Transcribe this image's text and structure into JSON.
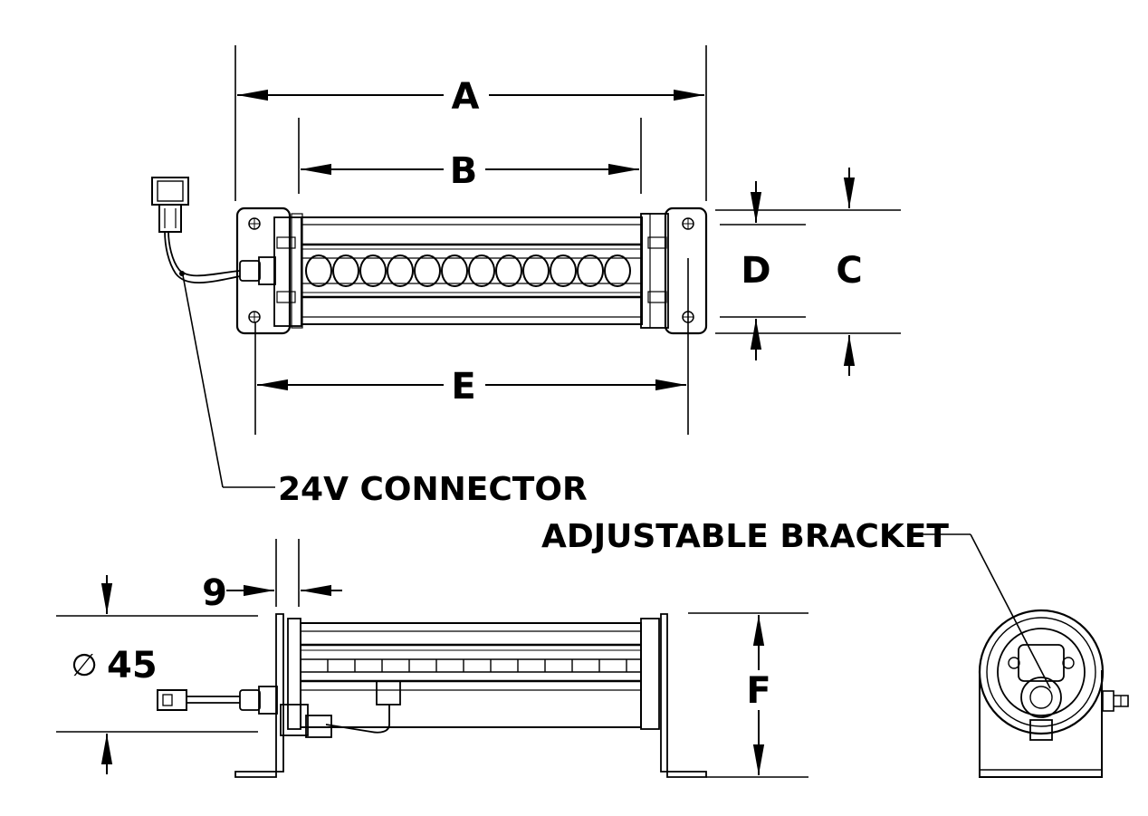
{
  "dimensions": {
    "a": "A",
    "b": "B",
    "c": "C",
    "d": "D",
    "e": "E",
    "f": "F",
    "offset_value": "9",
    "diameter_value": "45",
    "diameter_symbol": "∅"
  },
  "callouts": {
    "connector": "24V CONNECTOR",
    "bracket": "ADJUSTABLE BRACKET"
  }
}
